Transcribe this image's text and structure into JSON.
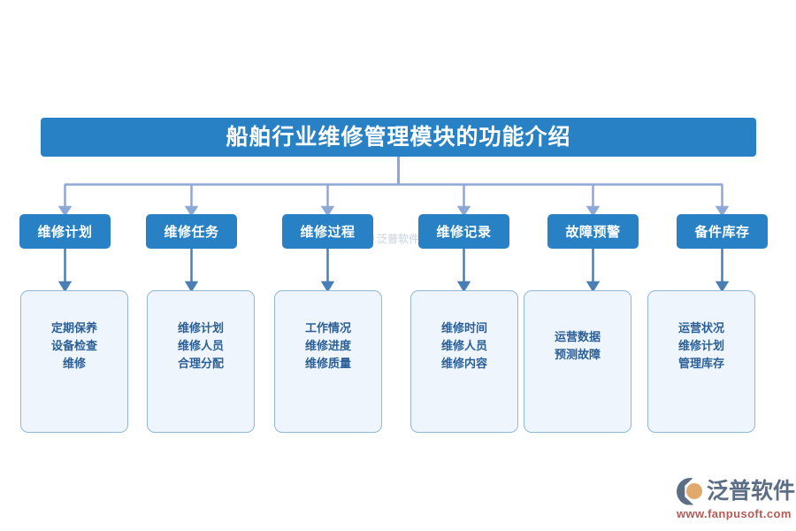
{
  "page": {
    "background_color": "#ffffff",
    "accent_blue": "#2881c4",
    "connector_light": "#8ea8d6",
    "connector_dark": "#4a7fb5",
    "detail_fill": "#eef5fc",
    "detail_border": "#8fb8d8",
    "detail_text_color": "#2b5f96"
  },
  "title": {
    "text": "船舶行业维修管理模块的功能介绍"
  },
  "columns": [
    {
      "id": "maintenance-plan",
      "header": "维修计划",
      "detail_lines": [
        "定期保养",
        "设备检查",
        "维修"
      ],
      "detail_text": "定期保养\n设备检查\n维修"
    },
    {
      "id": "maintenance-task",
      "header": "维修任务",
      "detail_lines": [
        "维修计划",
        "维修人员",
        "合理分配"
      ],
      "detail_text": "维修计划\n维修人员\n合理分配"
    },
    {
      "id": "maintenance-process",
      "header": "维修过程",
      "detail_lines": [
        "工作情况",
        "维修进度",
        "维修质量"
      ],
      "detail_text": "工作情况\n维修进度\n维修质量"
    },
    {
      "id": "maintenance-record",
      "header": "维修记录",
      "detail_lines": [
        "维修时间",
        "维修人员",
        "维修内容"
      ],
      "detail_text": "维修时间\n维修人员\n维修内容"
    },
    {
      "id": "fault-warning",
      "header": "故障预警",
      "detail_lines": [
        "运营数据",
        "预测故障"
      ],
      "detail_text": "运营数据\n预测故障"
    },
    {
      "id": "spare-parts-inventory",
      "header": "备件库存",
      "detail_lines": [
        "运营状况",
        "维修计划",
        "管理库存"
      ],
      "detail_text": "运营状况\n维修计划\n管理库存"
    }
  ],
  "watermark": {
    "text": "泛普软件"
  },
  "brand": {
    "name": "泛普软件",
    "url": "www.fanpusoft.com",
    "name_color": "#5b6e86",
    "url_color": "#b55b55"
  }
}
